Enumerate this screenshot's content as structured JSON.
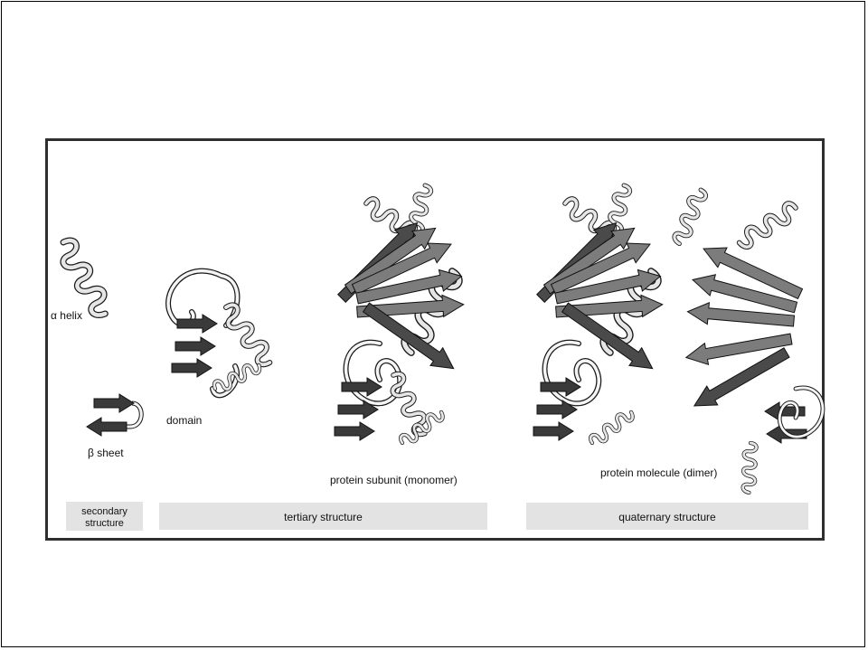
{
  "labels": {
    "alpha_helix": "α helix",
    "beta_sheet": "β sheet",
    "domain": "domain",
    "subunit": "protein subunit (monomer)",
    "molecule": "protein molecule (dimer)"
  },
  "captions": {
    "secondary_line1": "secondary",
    "secondary_line2": "structure",
    "tertiary": "tertiary structure",
    "quaternary": "quaternary structure"
  },
  "colors": {
    "caption_bar": "#e3e3e3",
    "ribbon_light": "#f4f4f4",
    "ribbon_mid": "#9a9a9a",
    "ribbon_dark": "#3a3a3a",
    "outline": "#1a1a1a"
  }
}
